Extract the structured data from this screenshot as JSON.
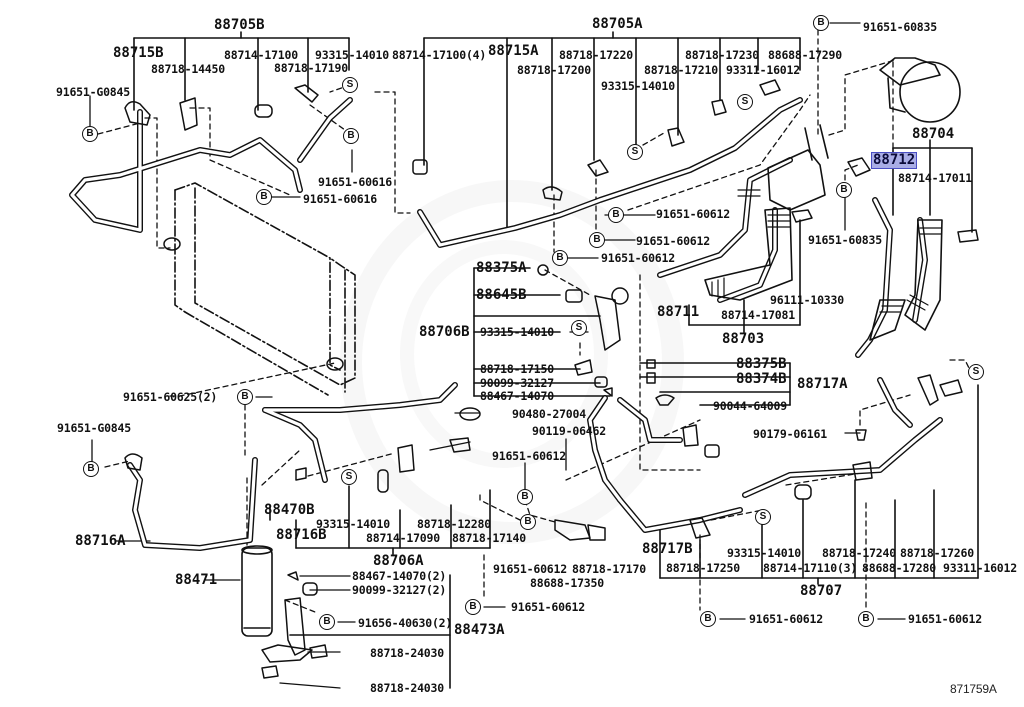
{
  "diagram": {
    "type": "Toyota A/C parts exploded diagram",
    "figure_number": "871759A",
    "highlighted_part": "88712",
    "highlight_color": "#a9ade6",
    "highlight_border": "#4a4fc4",
    "line_color": "#111111",
    "background": "#ffffff",
    "badge_symbols": {
      "B": "bolt",
      "S": "screw"
    }
  },
  "labels": [
    {
      "id": "l1",
      "text": "88705B",
      "group": "88705B",
      "kind": "assembly"
    },
    {
      "id": "l2",
      "text": "88715B",
      "kind": "assembly"
    },
    {
      "id": "l3",
      "text": "88714-17100"
    },
    {
      "id": "l4",
      "text": "93315-14010"
    },
    {
      "id": "l5",
      "text": "88714-17100(4)"
    },
    {
      "id": "l6",
      "text": "88715A",
      "kind": "assembly"
    },
    {
      "id": "l7",
      "text": "88718-14450"
    },
    {
      "id": "l8",
      "text": "88718-17190"
    },
    {
      "id": "l9",
      "text": "91651-G0845"
    },
    {
      "id": "l10",
      "text": "91651-60616"
    },
    {
      "id": "l11",
      "text": "91651-60616"
    },
    {
      "id": "l12",
      "text": "88705A",
      "kind": "assembly"
    },
    {
      "id": "l13",
      "text": "88718-17220"
    },
    {
      "id": "l14",
      "text": "88718-17200"
    },
    {
      "id": "l15",
      "text": "93315-14010"
    },
    {
      "id": "l16",
      "text": "88718-17230"
    },
    {
      "id": "l17",
      "text": "88688-17290"
    },
    {
      "id": "l18",
      "text": "88718-17210"
    },
    {
      "id": "l19",
      "text": "93311-16012"
    },
    {
      "id": "l20",
      "text": "91651-60835"
    },
    {
      "id": "l21",
      "text": "88704",
      "kind": "assembly"
    },
    {
      "id": "l22",
      "text": "88712",
      "kind": "assembly",
      "highlighted": true
    },
    {
      "id": "l23",
      "text": "88714-17011"
    },
    {
      "id": "l24",
      "text": "91651-60835"
    },
    {
      "id": "l25",
      "text": "91651-60612"
    },
    {
      "id": "l26",
      "text": "91651-60612"
    },
    {
      "id": "l27",
      "text": "91651-60612"
    },
    {
      "id": "l28",
      "text": "88375A",
      "kind": "assembly"
    },
    {
      "id": "l29",
      "text": "88645B",
      "kind": "assembly"
    },
    {
      "id": "l30",
      "text": "88706B",
      "kind": "assembly"
    },
    {
      "id": "l31",
      "text": "93315-14010"
    },
    {
      "id": "l32",
      "text": "88711",
      "kind": "assembly"
    },
    {
      "id": "l33",
      "text": "96111-10330"
    },
    {
      "id": "l34",
      "text": "88714-17081"
    },
    {
      "id": "l35",
      "text": "88703",
      "kind": "assembly"
    },
    {
      "id": "l36",
      "text": "88718-17150"
    },
    {
      "id": "l37",
      "text": "90099-32127"
    },
    {
      "id": "l38",
      "text": "88467-14070"
    },
    {
      "id": "l39",
      "text": "88375B",
      "kind": "assembly"
    },
    {
      "id": "l40",
      "text": "88374B",
      "kind": "assembly"
    },
    {
      "id": "l41",
      "text": "88717A",
      "kind": "assembly"
    },
    {
      "id": "l42",
      "text": "90044-64009"
    },
    {
      "id": "l43",
      "text": "91651-60625(2)"
    },
    {
      "id": "l44",
      "text": "90480-27004"
    },
    {
      "id": "l45",
      "text": "90119-06462"
    },
    {
      "id": "l46",
      "text": "90179-06161"
    },
    {
      "id": "l47",
      "text": "91651-G0845"
    },
    {
      "id": "l48",
      "text": "91651-60612"
    },
    {
      "id": "l49",
      "text": "88470B",
      "kind": "assembly"
    },
    {
      "id": "l50",
      "text": "88716A",
      "kind": "assembly"
    },
    {
      "id": "l51",
      "text": "88716B",
      "kind": "assembly"
    },
    {
      "id": "l52",
      "text": "93315-14010"
    },
    {
      "id": "l53",
      "text": "88718-12280"
    },
    {
      "id": "l54",
      "text": "88714-17090"
    },
    {
      "id": "l55",
      "text": "88718-17140"
    },
    {
      "id": "l56",
      "text": "88706A",
      "kind": "assembly"
    },
    {
      "id": "l57",
      "text": "91651-60612"
    },
    {
      "id": "l58",
      "text": "88718-17170"
    },
    {
      "id": "l59",
      "text": "88688-17350"
    },
    {
      "id": "l60",
      "text": "88717B",
      "kind": "assembly"
    },
    {
      "id": "l61",
      "text": "88718-17250"
    },
    {
      "id": "l62",
      "text": "93315-14010"
    },
    {
      "id": "l63",
      "text": "88714-17110(3)"
    },
    {
      "id": "l64",
      "text": "88718-17240"
    },
    {
      "id": "l65",
      "text": "88688-17280"
    },
    {
      "id": "l66",
      "text": "88718-17260"
    },
    {
      "id": "l67",
      "text": "93311-16012"
    },
    {
      "id": "l68",
      "text": "88707",
      "kind": "assembly"
    },
    {
      "id": "l69",
      "text": "88471",
      "kind": "assembly"
    },
    {
      "id": "l70",
      "text": "88467-14070(2)"
    },
    {
      "id": "l71",
      "text": "90099-32127(2)"
    },
    {
      "id": "l72",
      "text": "91656-40630(2)"
    },
    {
      "id": "l73",
      "text": "88473A",
      "kind": "assembly"
    },
    {
      "id": "l74",
      "text": "88718-24030"
    },
    {
      "id": "l75",
      "text": "88718-24030"
    },
    {
      "id": "l76",
      "text": "91651-60612"
    },
    {
      "id": "l77",
      "text": "91651-60612"
    },
    {
      "id": "l78",
      "text": "91651-60612"
    }
  ],
  "badges": {
    "bolt": "B",
    "screw": "S"
  },
  "footer": {
    "figure_number": "871759A"
  }
}
